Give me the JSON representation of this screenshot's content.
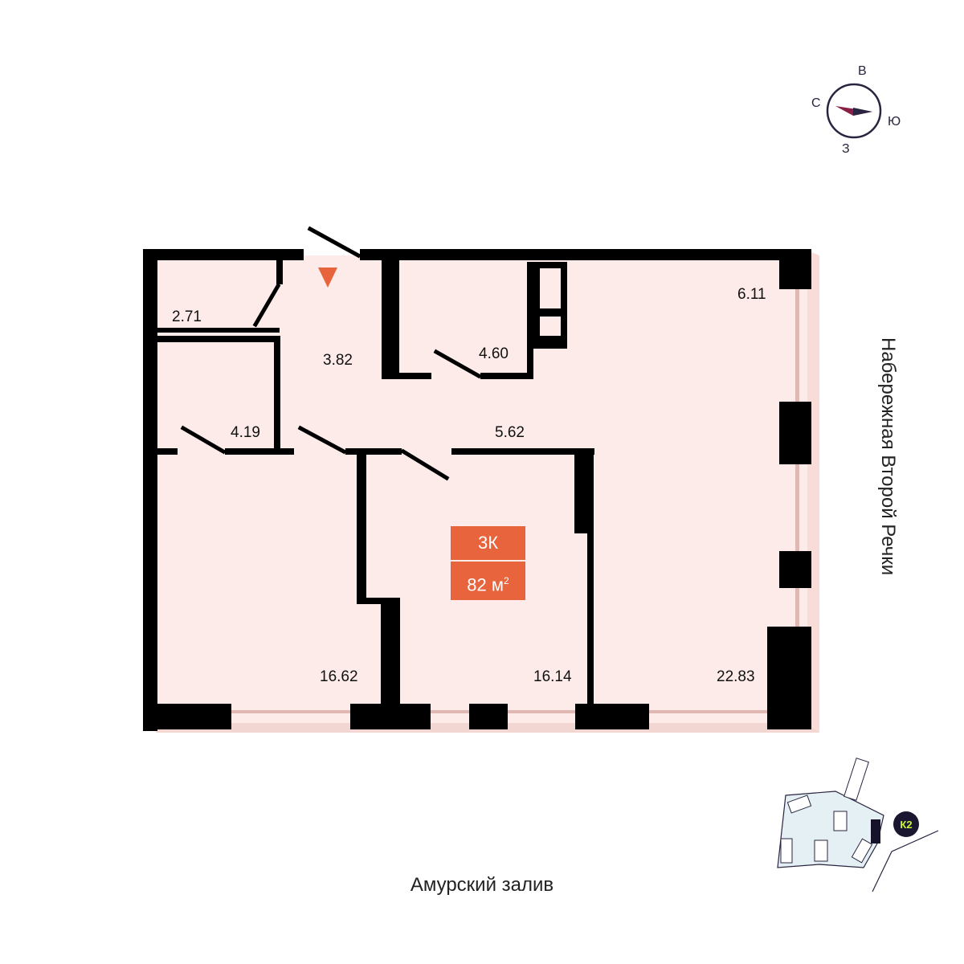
{
  "compass": {
    "north": "С",
    "east": "В",
    "south": "Ю",
    "west": "З"
  },
  "apartment": {
    "type": "3К",
    "area_value": "82 м",
    "area_unit_sup": "2"
  },
  "rooms": {
    "storage": "2.71",
    "hall": "3.82",
    "bath": "4.60",
    "wc": "4.19",
    "corridor": "5.62",
    "balcony_strip": "6.11",
    "bedroom_left": "16.62",
    "bedroom_mid": "16.14",
    "living": "22.83"
  },
  "labels": {
    "street": "Набережная Второй Речки",
    "bay": "Амурский залив",
    "building_marker": "К2"
  },
  "colors": {
    "floor": "#fcebe8",
    "wall": "#000000",
    "accent": "#e8643c",
    "compass_needle": "#8b1e46",
    "site_fill": "#e4f0f3"
  }
}
